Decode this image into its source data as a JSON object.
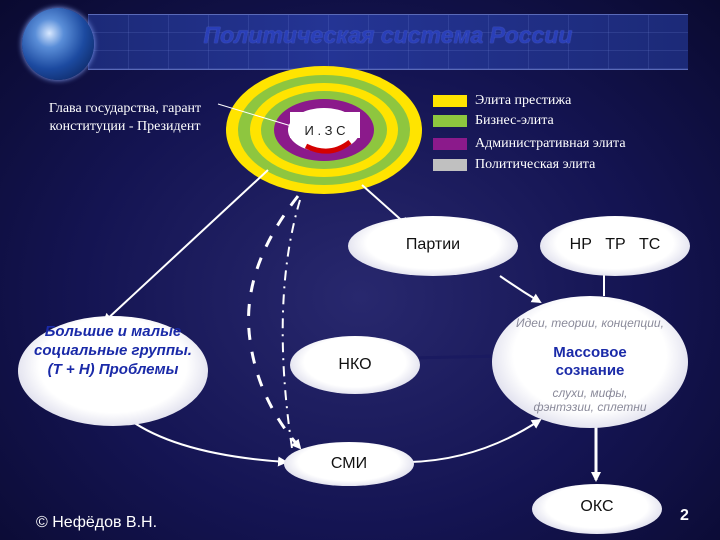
{
  "title": "Политическая система России",
  "president_label": "Глава государства, гарант конституции - Президент",
  "center_label": "И . З С",
  "legend": [
    {
      "label": "Элита престижа",
      "color": "#ffe400"
    },
    {
      "label": "Бизнес-элита",
      "color": "#8ec63f"
    },
    {
      "label": "Административная элита",
      "color": "#8b1a8b"
    },
    {
      "label": "Политическая элита",
      "color": "#c0c0c0"
    }
  ],
  "nodes": {
    "parties": "Партии",
    "branches": "НР   ТР   ТС",
    "groups": "Большие и малые социальные группы. (Т + Н) Проблемы",
    "nko": "НКО",
    "mass_top": "Идеи, теории, концепции,",
    "mass_main": "Массовое сознание",
    "mass_bottom": "слухи, мифы, фэнтэзии, сплетни",
    "media": "СМИ",
    "oks": "ОКС"
  },
  "footer": {
    "copyright": "© Нефёдов В.Н.",
    "page": "2"
  }
}
